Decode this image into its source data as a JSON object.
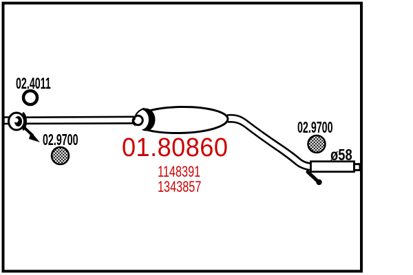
{
  "colors": {
    "ink": "#000000",
    "accent_red": "#cc0000",
    "background": "#ffffff"
  },
  "diagram": {
    "part_number": "01.80860",
    "oe_numbers": [
      "1148391",
      "1343857"
    ],
    "labels": {
      "gasket_code": "02.4011",
      "mount_code_left": "02.9700",
      "mount_code_right": "02.9700",
      "diameter": "ø58"
    }
  }
}
